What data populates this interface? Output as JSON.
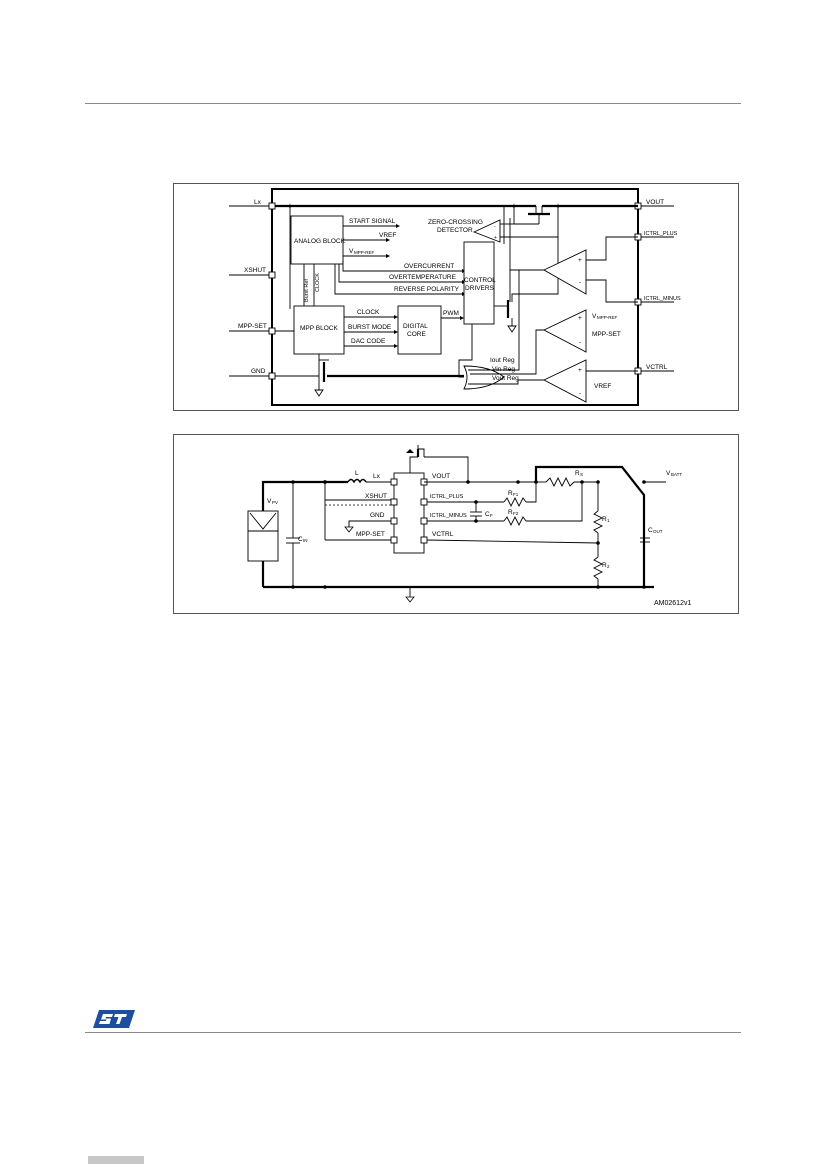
{
  "block_diagram": {
    "pins_left": [
      "Lx",
      "XSHUT",
      "MPP-SET",
      "GND"
    ],
    "pins_right": [
      "VOUT",
      "ICTRL_PLUS",
      "ICTRL_MINUS",
      "VCTRL"
    ],
    "blocks": {
      "analog": "ANALOG BLOCK",
      "mpp": "MPP BLOCK",
      "digital_l1": "DIGITAL",
      "digital_l2": "CORE",
      "control_l1": "CONTROL",
      "control_l2": "DRIVERS",
      "zcd_l1": "ZERO-CROSSING",
      "zcd_l2": "DETECTOR"
    },
    "signals": {
      "start": "START SIGNAL",
      "vref": "VREF",
      "vmpp_v": "V",
      "vmpp_sub": "MPP-REF",
      "overcurrent": "OVERCURRENT",
      "overtemp": "OVERTEMPERATURE",
      "reverse": "REVERSE POLARITY",
      "burst_ref": "Burst Ref",
      "clock_v": "CLOCK",
      "clock": "CLOCK",
      "burst_mode": "BURST MODE",
      "dac_code": "DAC CODE",
      "pwm": "PWM",
      "iout_reg": "Iout Reg",
      "vin_reg": "Vin Reg",
      "vout_reg": "Vout Reg",
      "amp_vmpp_v": "V",
      "amp_vmpp_sub": "MPP-REF",
      "amp_mppset": "MPP-SET",
      "amp_vref": "VREF",
      "plus": "+",
      "minus": "-"
    }
  },
  "app_circuit": {
    "ic_left": [
      "Lx",
      "XSHUT",
      "GND",
      "MPP-SET"
    ],
    "ic_right": [
      "VOUT",
      "ICTRL_PLUS",
      "ICTRL_MINUS",
      "VCTRL"
    ],
    "components": {
      "L": "L",
      "vpv_v": "V",
      "vpv_sub": "PV",
      "cin_c": "C",
      "cin_sub": "IN",
      "cf_c": "C",
      "cf_sub": "F",
      "rf1_r": "R",
      "rf1_sub": "F1",
      "rf2_r": "R",
      "rf2_sub": "F2",
      "rs_r": "R",
      "rs_sub": "S",
      "r1_r": "R",
      "r1_sub": "1",
      "r2_r": "R",
      "r2_sub": "2",
      "cout_c": "C",
      "cout_sub": "OUT",
      "vbatt_v": "V",
      "vbatt_sub": "BATT"
    },
    "figure_id": "AM02612v1"
  },
  "colors": {
    "logo_blue": "#1d4fa0",
    "rule_gray": "#8a8a8a",
    "footer_gray": "#c8c8c8"
  }
}
